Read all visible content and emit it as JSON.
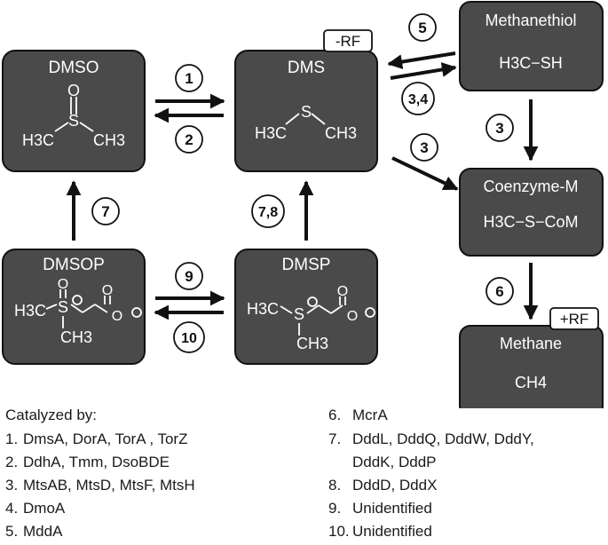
{
  "colors": {
    "box": "#4a4a4a",
    "box_border": "#111111",
    "arrow": "#111111",
    "text_light": "#ffffff",
    "circle_fill": "#ffffff"
  },
  "compounds": {
    "dmso": {
      "name": "DMSO"
    },
    "dms": {
      "name": "DMS",
      "tag": "-RF"
    },
    "methanethiol": {
      "name": "Methanethiol",
      "formula": "H3C−SH"
    },
    "coenzyme_m": {
      "name": "Coenzyme-M",
      "formula": "H3C−S−CoM"
    },
    "methane": {
      "name": "Methane",
      "tag": "+RF",
      "formula": "CH4"
    },
    "dmsop": {
      "name": "DMSOP"
    },
    "dmsp": {
      "name": "DMSP"
    }
  },
  "structure_labels": {
    "h3c": "H3C",
    "ch3": "CH3",
    "s": "S",
    "o": "O"
  },
  "reactions": [
    {
      "id": "r1",
      "label": "1"
    },
    {
      "id": "r2",
      "label": "2"
    },
    {
      "id": "r3a",
      "label": "3"
    },
    {
      "id": "r3b",
      "label": "3"
    },
    {
      "id": "r34",
      "label": "3,4"
    },
    {
      "id": "r5",
      "label": "5"
    },
    {
      "id": "r6",
      "label": "6"
    },
    {
      "id": "r7",
      "label": "7"
    },
    {
      "id": "r78",
      "label": "7,8"
    },
    {
      "id": "r9",
      "label": "9"
    },
    {
      "id": "r10",
      "label": "10"
    }
  ],
  "legend": {
    "title": "Catalyzed by:",
    "items": [
      {
        "num": "1.",
        "text": "DmsA, DorA, TorA , TorZ"
      },
      {
        "num": "2.",
        "text": "DdhA, Tmm, DsoBDE"
      },
      {
        "num": "3.",
        "text": "MtsAB, MtsD, MtsF, MtsH"
      },
      {
        "num": "4.",
        "text": "DmoA"
      },
      {
        "num": "5.",
        "text": "MddA"
      },
      {
        "num": "6.",
        "text": "McrA"
      },
      {
        "num": "7.",
        "text": "DddL, DddQ, DddW, DddY,"
      },
      {
        "num": "",
        "text": "DddK, DddP"
      },
      {
        "num": "8.",
        "text": "DddD, DddX"
      },
      {
        "num": "9.",
        "text": "Unidentified"
      },
      {
        "num": "10.",
        "text": "Unidentified"
      }
    ]
  }
}
